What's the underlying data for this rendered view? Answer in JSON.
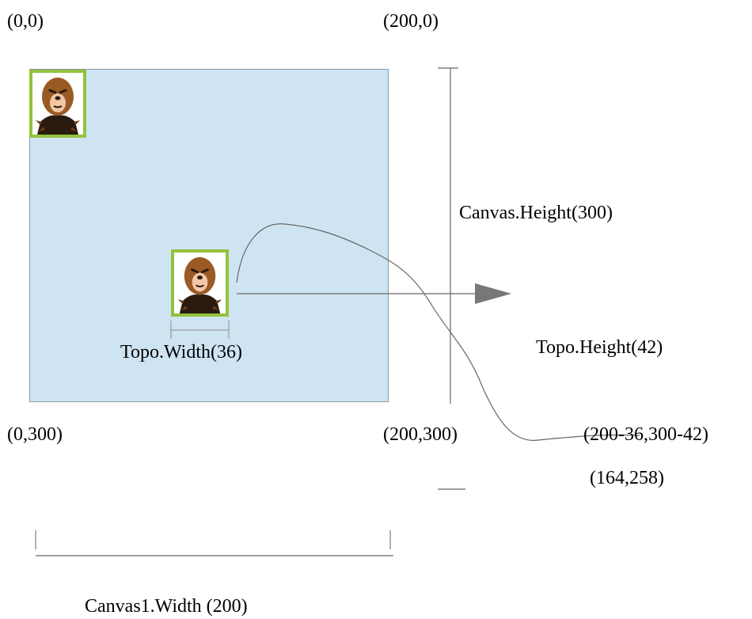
{
  "corners": {
    "top_left": "(0,0)",
    "top_right": "(200,0)",
    "bottom_left": "(0,300)",
    "bottom_right": "(200,300)",
    "max_position_expr": "(200-36,300-42)",
    "max_position_value": "(164,258)"
  },
  "labels": {
    "canvas_height": "Canvas.Height(300)",
    "topo_width": "Topo.Width(36)",
    "topo_height": "Topo.Height(42)",
    "canvas_width": "Canvas1.Width (200)"
  },
  "sprite": {
    "icon": "mole-icon",
    "border_color": "#92c23c",
    "fur_color": "#9a5a24",
    "face_color": "#f2c7a6"
  },
  "colors": {
    "canvas_fill": "#cfe4f2",
    "line": "#666666",
    "arrow": "#777777"
  }
}
